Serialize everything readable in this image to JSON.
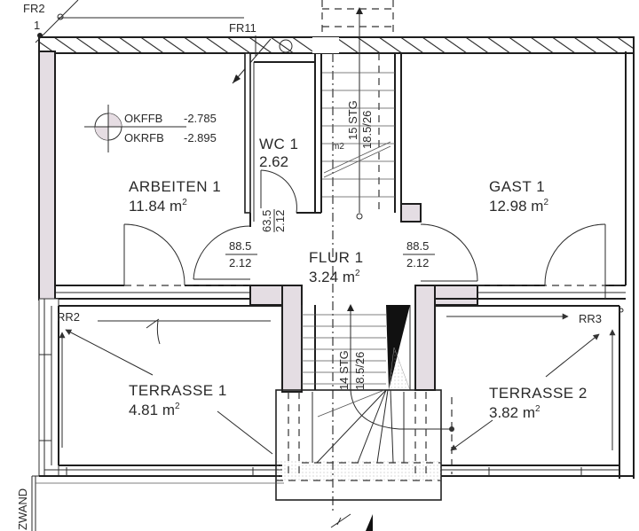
{
  "plan": {
    "markers": {
      "fr2": "FR2",
      "fr2_num": "1",
      "fr11": "FR11",
      "rr2": "RR2",
      "rr3": "RR3",
      "zwand": "ZWAND"
    },
    "level": {
      "okffb_label": "OKFFB",
      "okffb_value": "-2.785",
      "okrfb_label": "OKRFB",
      "okrfb_value": "-2.895"
    },
    "rooms": [
      {
        "id": "arbeiten",
        "name": "ARBEITEN 1",
        "area": "11.84",
        "unit": "m",
        "sup": "2"
      },
      {
        "id": "wc",
        "name": "WC 1",
        "area": "2.62",
        "unit": "m",
        "sup": "2"
      },
      {
        "id": "gast",
        "name": "GAST 1",
        "area": "12.98",
        "unit": "m",
        "sup": "2"
      },
      {
        "id": "flur",
        "name": "FLUR 1",
        "area": "3.24",
        "unit": "m",
        "sup": "2"
      },
      {
        "id": "terrasse1",
        "name": "TERRASSE 1",
        "area": "4.81",
        "unit": "m",
        "sup": "2"
      },
      {
        "id": "terrasse2",
        "name": "TERRASSE 2",
        "area": "3.82",
        "unit": "m",
        "sup": "2"
      }
    ],
    "doors": [
      {
        "id": "door-wc",
        "width": "63.5",
        "height": "2.12"
      },
      {
        "id": "door-arbeiten",
        "width": "88.5",
        "height": "2.12"
      },
      {
        "id": "door-gast",
        "width": "88.5",
        "height": "2.12"
      }
    ],
    "stairs": [
      {
        "id": "stair-upper",
        "steps": "15 STG",
        "ratio": "18.5/26"
      },
      {
        "id": "stair-lower",
        "steps": "14 STG",
        "ratio": "18.5/26"
      }
    ],
    "colors": {
      "line": "#1e1e1e",
      "wall_fill": "#e4dde3",
      "background": "#ffffff"
    }
  }
}
